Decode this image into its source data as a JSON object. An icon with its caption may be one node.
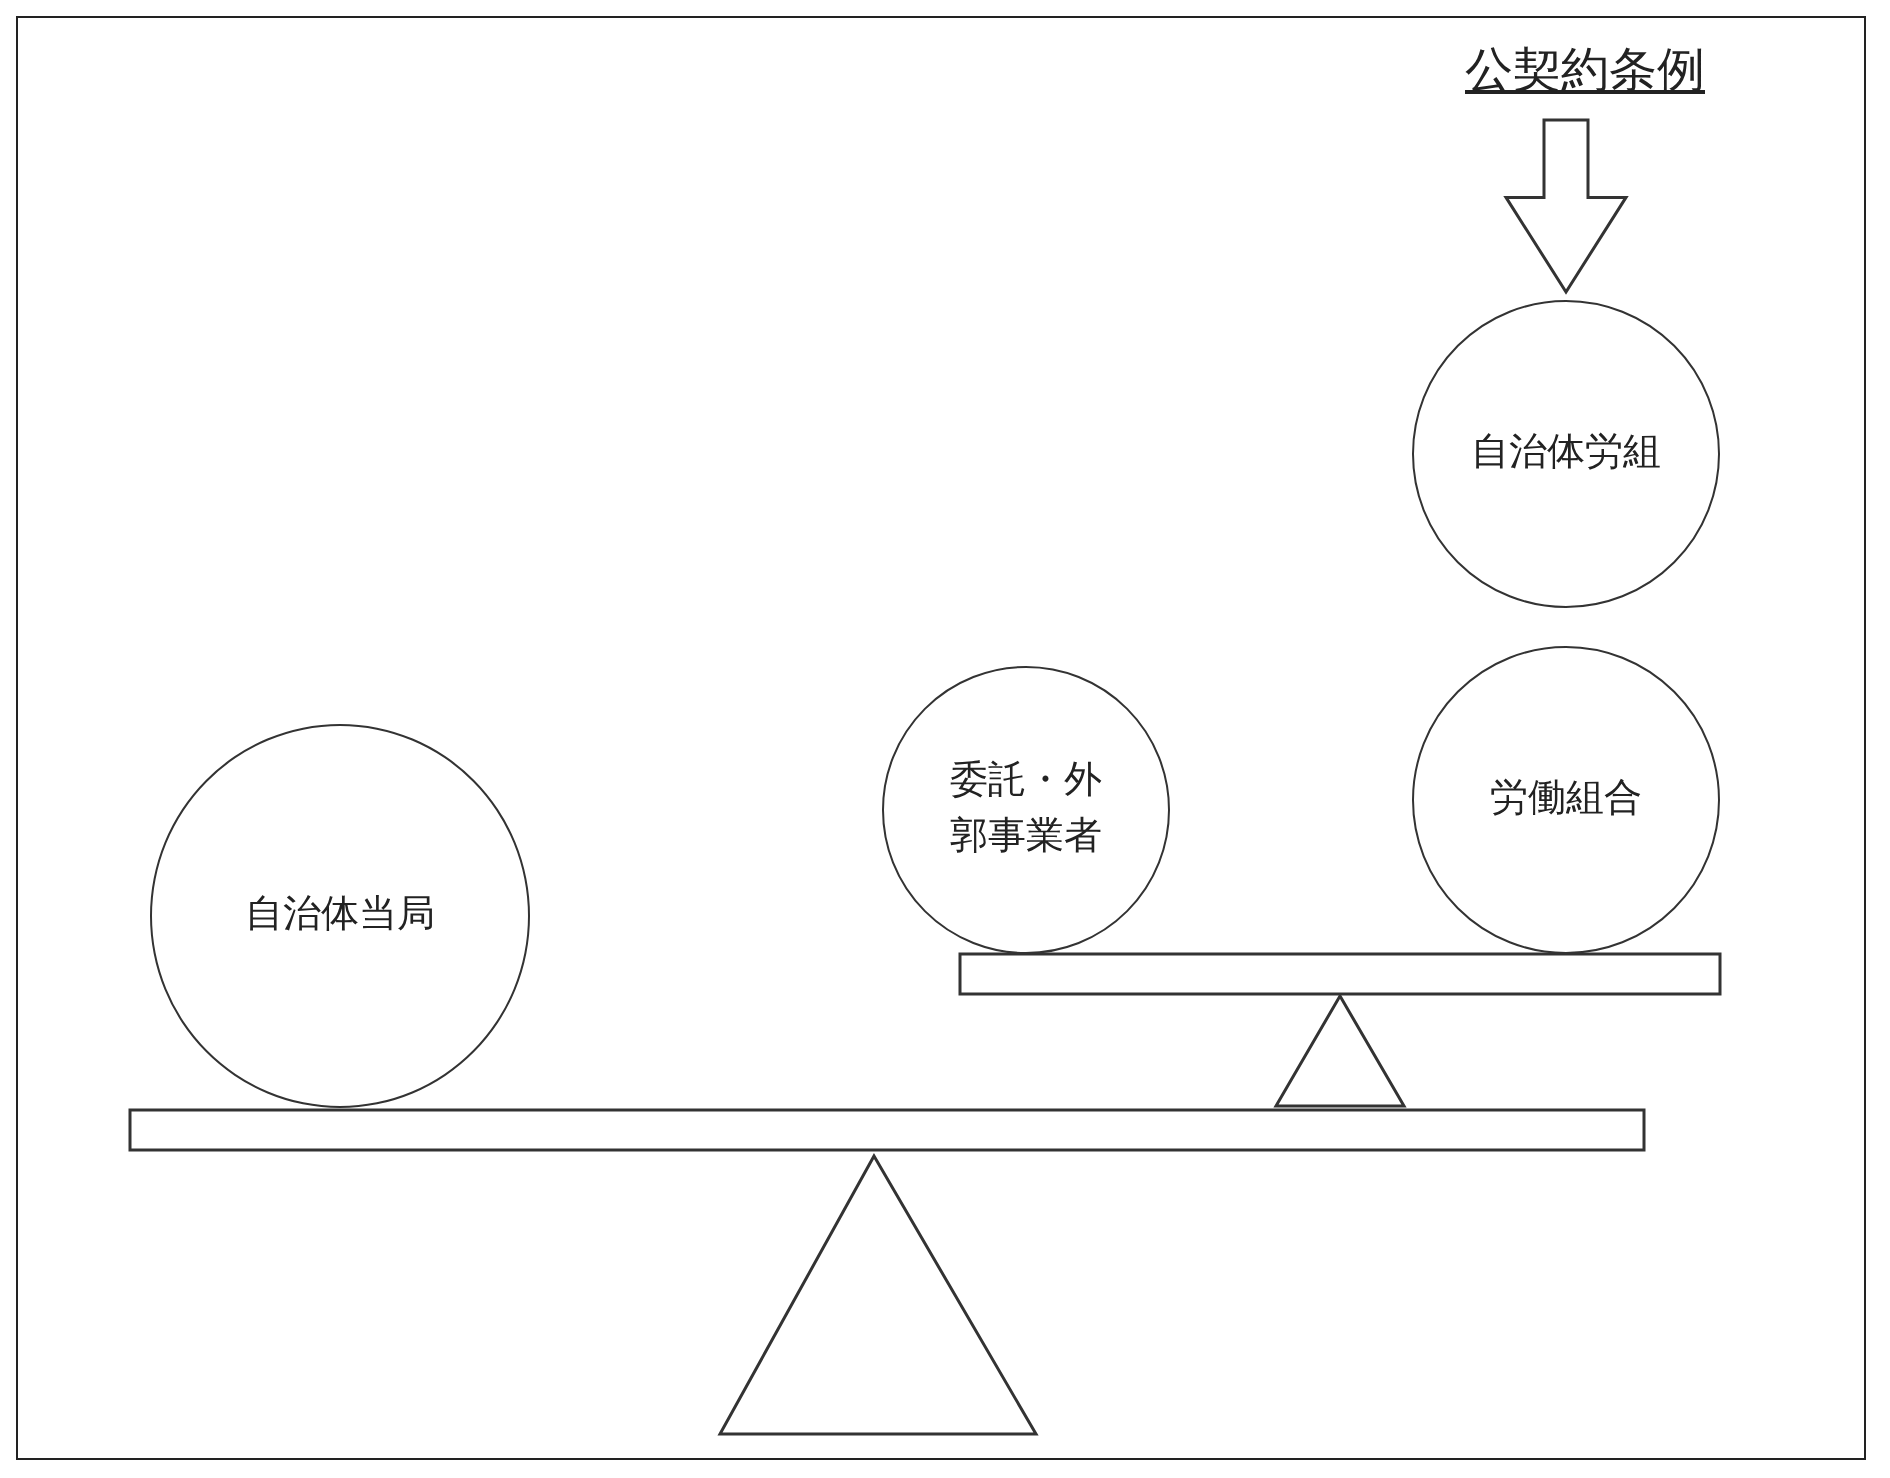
{
  "diagram": {
    "nodes": [
      {
        "text": [
          "公契約条例"
        ]
      },
      {
        "text": [
          "自治体労組"
        ]
      },
      {
        "text": [
          "委託・外郭事業者"
        ]
      },
      {
        "text": [
          "労働組合"
        ]
      },
      {
        "text": [
          "自治体当局"
        ]
      }
    ],
    "edges": [
      {
        "from": 0,
        "to": 1,
        "arrow": "to"
      }
    ]
  }
}
